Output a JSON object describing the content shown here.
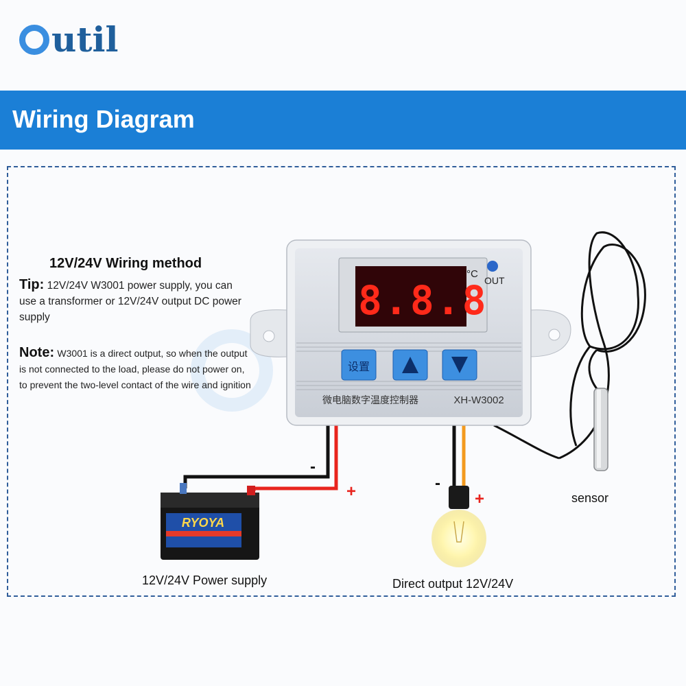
{
  "brand": {
    "name_rest": "util"
  },
  "banner": {
    "title": "Wiring Diagram"
  },
  "wiring": {
    "heading": "12V/24V Wiring method",
    "tip_label": "Tip:",
    "tip_text": "12V/24V W3001 power supply, you can use a transformer or 12V/24V output DC power supply",
    "note_label": "Note:",
    "note_text": "W3001 is a direct output, so when the output is not connected to the load, please do not power on, to prevent the two-level contact of the wire and ignition"
  },
  "device": {
    "display": "8.8.8",
    "unit": "°C",
    "out_label": "OUT",
    "set_button": "设置",
    "up_icon": "triangle-up-icon",
    "down_icon": "triangle-down-icon",
    "name_cn": "微电脑数字温度控制器",
    "model": "XH-W3002"
  },
  "battery": {
    "brand": "RYOYA"
  },
  "polarity": {
    "minus": "-",
    "plus": "+"
  },
  "captions": {
    "power": "12V/24V Power supply",
    "output": "Direct output 12V/24V",
    "sensor": "sensor"
  },
  "colors": {
    "banner": "#1b7fd6",
    "logo_ring": "#3a8ee0",
    "led": "#ff2a1a",
    "button_blue": "#3d8fe0",
    "wire_red": "#e8241e",
    "wire_orange": "#f39a1e",
    "wire_black": "#111111"
  }
}
